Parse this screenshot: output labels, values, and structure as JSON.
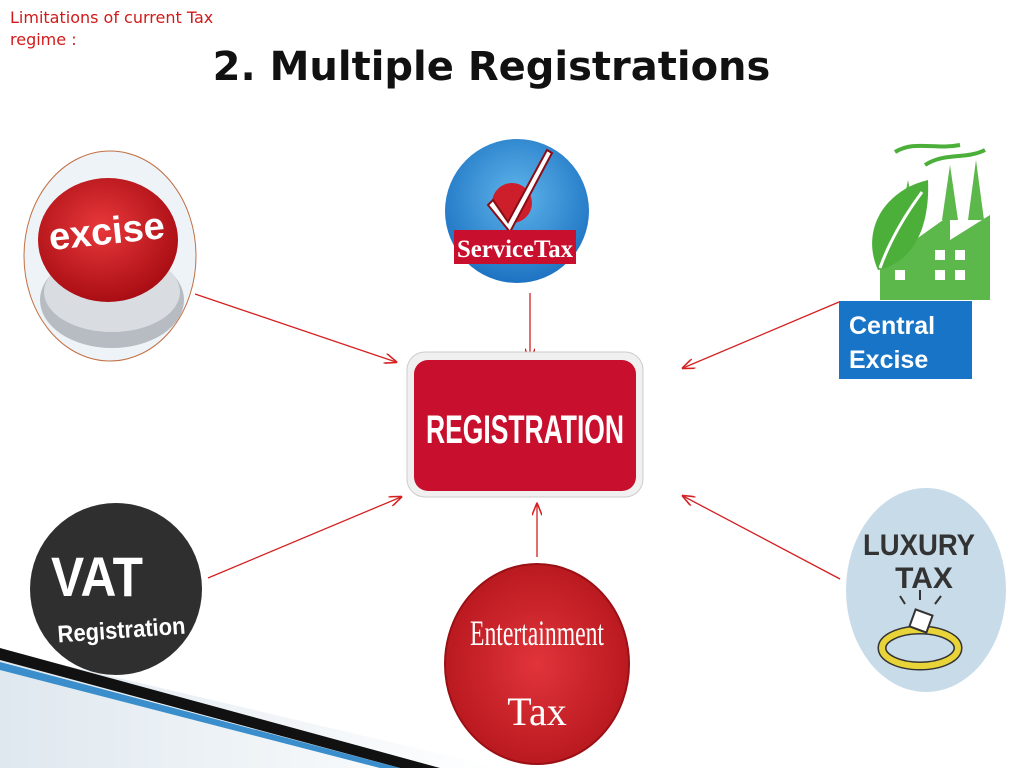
{
  "header": {
    "subtitle": "Limitations of current Tax regime :",
    "title": "2.  Multiple Registrations"
  },
  "center": {
    "label": "REGISTRATION",
    "color": "#c8102e"
  },
  "nodes": {
    "excise": {
      "label": "excise"
    },
    "service_tax": {
      "label": "ServiceTax"
    },
    "central_excise": {
      "label_line1": "Central",
      "label_line2": "Excise"
    },
    "vat": {
      "label_line1": "VAT",
      "label_line2": "Registration"
    },
    "entertainment": {
      "label_line1": "Entertainment",
      "label_line2": "Tax"
    },
    "luxury": {
      "label_line1": "LUXURY",
      "label_line2": "TAX"
    }
  },
  "colors": {
    "arrow": "#d42020",
    "accent_blue": "#1874c6",
    "title_red": "#d11a1a"
  }
}
